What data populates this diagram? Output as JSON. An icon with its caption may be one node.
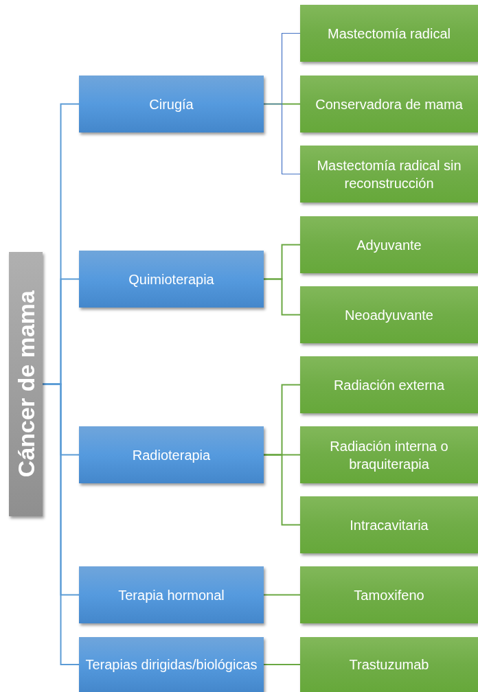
{
  "diagram": {
    "nodes": [
      {
        "text": [
          "Cáncer de mama"
        ]
      },
      {
        "text": [
          "Cirugía"
        ]
      },
      {
        "text": [
          "Quimioterapia"
        ]
      },
      {
        "text": [
          "Radioterapia"
        ]
      },
      {
        "text": [
          "Terapia hormonal"
        ]
      },
      {
        "text": [
          "Terapias dirigidas/biológicas"
        ]
      },
      {
        "text": [
          "Mastectomía radical"
        ]
      },
      {
        "text": [
          "Conservadora de mama"
        ]
      },
      {
        "text": [
          "Mastectomía radical sin reconstrucción"
        ]
      },
      {
        "text": [
          "Adyuvante"
        ]
      },
      {
        "text": [
          "Neoadyuvante"
        ]
      },
      {
        "text": [
          "Radiación externa"
        ]
      },
      {
        "text": [
          "Radiación interna o braquiterapia"
        ]
      },
      {
        "text": [
          "Intracavitaria"
        ]
      },
      {
        "text": [
          "Tamoxifeno"
        ]
      },
      {
        "text": [
          "Trastuzumab"
        ]
      }
    ],
    "edges": [
      {
        "from": 0,
        "to": 1,
        "arrow": "none",
        "color": "#5b9bd5"
      },
      {
        "from": 0,
        "to": 2,
        "arrow": "none",
        "color": "#5b9bd5"
      },
      {
        "from": 0,
        "to": 3,
        "arrow": "none",
        "color": "#5b9bd5"
      },
      {
        "from": 0,
        "to": 4,
        "arrow": "none",
        "color": "#5b9bd5"
      },
      {
        "from": 0,
        "to": 5,
        "arrow": "none",
        "color": "#5b9bd5"
      },
      {
        "from": 1,
        "to": 6,
        "arrow": "none",
        "color": "#4472c4"
      },
      {
        "from": 1,
        "to": 7,
        "arrow": "none"
      },
      {
        "from": 1,
        "to": 8,
        "arrow": "none",
        "color": "#4472c4"
      },
      {
        "from": 2,
        "to": 9,
        "arrow": "none"
      },
      {
        "from": 2,
        "to": 10,
        "arrow": "none"
      },
      {
        "from": 3,
        "to": 11,
        "arrow": "none"
      },
      {
        "from": 3,
        "to": 12,
        "arrow": "none"
      },
      {
        "from": 3,
        "to": 13,
        "arrow": "none"
      },
      {
        "from": 4,
        "to": 14,
        "arrow": "none"
      },
      {
        "from": 5,
        "to": 15,
        "arrow": "none"
      }
    ]
  }
}
